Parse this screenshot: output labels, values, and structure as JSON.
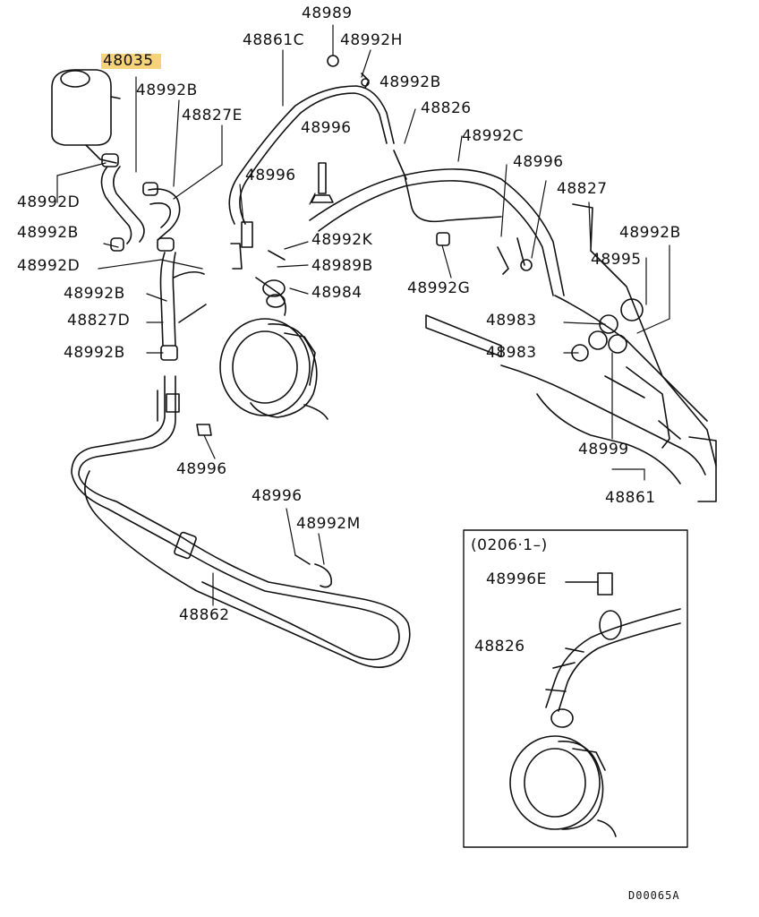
{
  "diagram": {
    "accent": "#f6d27a",
    "labels": {
      "p48989": "48989",
      "p48861C": "48861C",
      "p48992H": "48992H",
      "p48035": "48035",
      "p48992B_top": "48992B",
      "p48992B_mid": "48992B",
      "p48827E": "48827E",
      "p48826": "48826",
      "p48996_a": "48996",
      "p48992C": "48992C",
      "p48996_b": "48996",
      "p48996_c": "48996",
      "p48992D_a": "48992D",
      "p48827": "48827",
      "p48992B_left": "48992B",
      "p48992K": "48992K",
      "p48992B_right": "48992B",
      "p48992D_b": "48992D",
      "p48989B": "48989B",
      "p48995": "48995",
      "p48992B_c": "48992B",
      "p48984": "48984",
      "p48992G": "48992G",
      "p48827D": "48827D",
      "p48983_a": "48983",
      "p48992B_d": "48992B",
      "p48983_b": "48983",
      "p48999": "48999",
      "p48996_d": "48996",
      "p48861": "48861",
      "p48996_e": "48996",
      "p48992M": "48992M",
      "p48862": "48862",
      "inset_range": "(0206·1–)",
      "p48996E": "48996E",
      "p48826_inset": "48826",
      "diagram_code": "D00065A"
    }
  }
}
